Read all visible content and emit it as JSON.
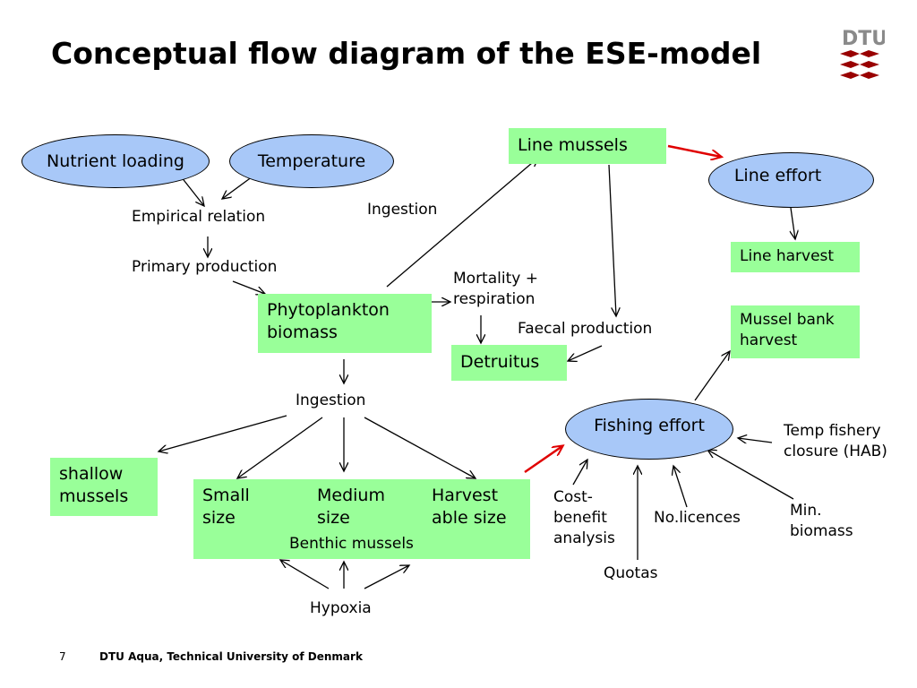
{
  "title": "Conceptual flow diagram of the ESE-model",
  "logo": {
    "text": "DTU",
    "color": "#990000"
  },
  "colors": {
    "box_fill": "#99ff99",
    "ellipse_fill": "#a8c8f8",
    "accent_arrow": "#e00000"
  },
  "nodes": {
    "nutrient_loading": "Nutrient loading",
    "temperature": "Temperature",
    "empirical_relation": "Empirical relation",
    "primary_production": "Primary production",
    "phytoplankton": [
      "Phytoplankton",
      "biomass"
    ],
    "ingestion_top": "Ingestion",
    "line_mussels": "Line mussels",
    "line_effort": "Line effort",
    "line_harvest": "Line harvest",
    "mortality": [
      "Mortality +",
      "respiration"
    ],
    "faecal_production": "Faecal production",
    "detritus": "Detruitus",
    "mussel_bank_harvest": [
      "Mussel bank",
      "harvest"
    ],
    "ingestion_mid": "Ingestion",
    "shallow_mussels": [
      "shallow",
      "mussels"
    ],
    "small_size": [
      "Small",
      "size"
    ],
    "medium_size": [
      "Medium",
      "size"
    ],
    "harvest_size": [
      "Harvest",
      "able size"
    ],
    "benthic_mussels": "Benthic mussels",
    "hypoxia": "Hypoxia",
    "fishing_effort": "Fishing effort",
    "temp_fishery": [
      "Temp fishery",
      "closure (HAB)"
    ],
    "cost_benefit": [
      "Cost-",
      "benefit",
      "analysis"
    ],
    "no_licences": "No.licences",
    "min_biomass": [
      "Min.",
      "biomass"
    ],
    "quotas": "Quotas"
  },
  "footer": {
    "page": "7",
    "text": "DTU Aqua, Technical University of Denmark"
  }
}
